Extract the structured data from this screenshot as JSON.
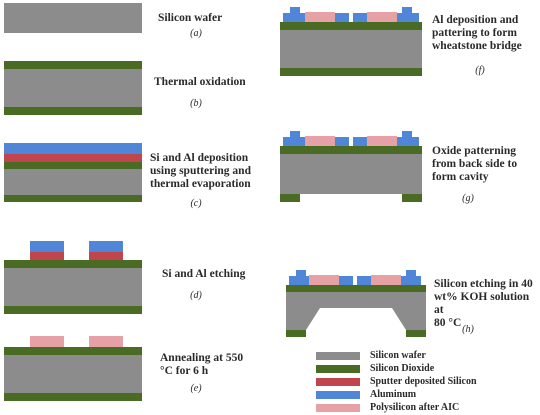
{
  "steps": [
    {
      "id": "a",
      "caption": "Silicon wafer",
      "label": "(a)"
    },
    {
      "id": "b",
      "caption": "Thermal oxidation",
      "label": "(b)"
    },
    {
      "id": "c",
      "caption": "Si  and Al deposition\nusing sputtering  and\nthermal evaporation",
      "label": "(c)"
    },
    {
      "id": "d",
      "caption": "Si and Al etching",
      "label": "(d)"
    },
    {
      "id": "e",
      "caption": "Annealing at 550\n°C for 6 h",
      "label": "(e)"
    },
    {
      "id": "f",
      "caption": "Al deposition and\npattering to form\nwheatstone bridge",
      "label": "(f)"
    },
    {
      "id": "g",
      "caption": "Oxide patterning\nfrom back side to\nform cavity",
      "label": "(g)"
    },
    {
      "id": "h",
      "caption": "Silicon etching in 40\nwt% KOH solution at\n80  °C",
      "label": "(h)"
    }
  ],
  "legend": [
    {
      "label": "Silicon wafer",
      "color": "#8c8c8c"
    },
    {
      "label": "Silicon Dioxide",
      "color": "#4a6b24"
    },
    {
      "label": "Sputter deposited Silicon",
      "color": "#c0454c"
    },
    {
      "label": "Aluminum",
      "color": "#4f86d8"
    },
    {
      "label": "Polysilicon after AIC",
      "color": "#e6a1a7"
    }
  ]
}
